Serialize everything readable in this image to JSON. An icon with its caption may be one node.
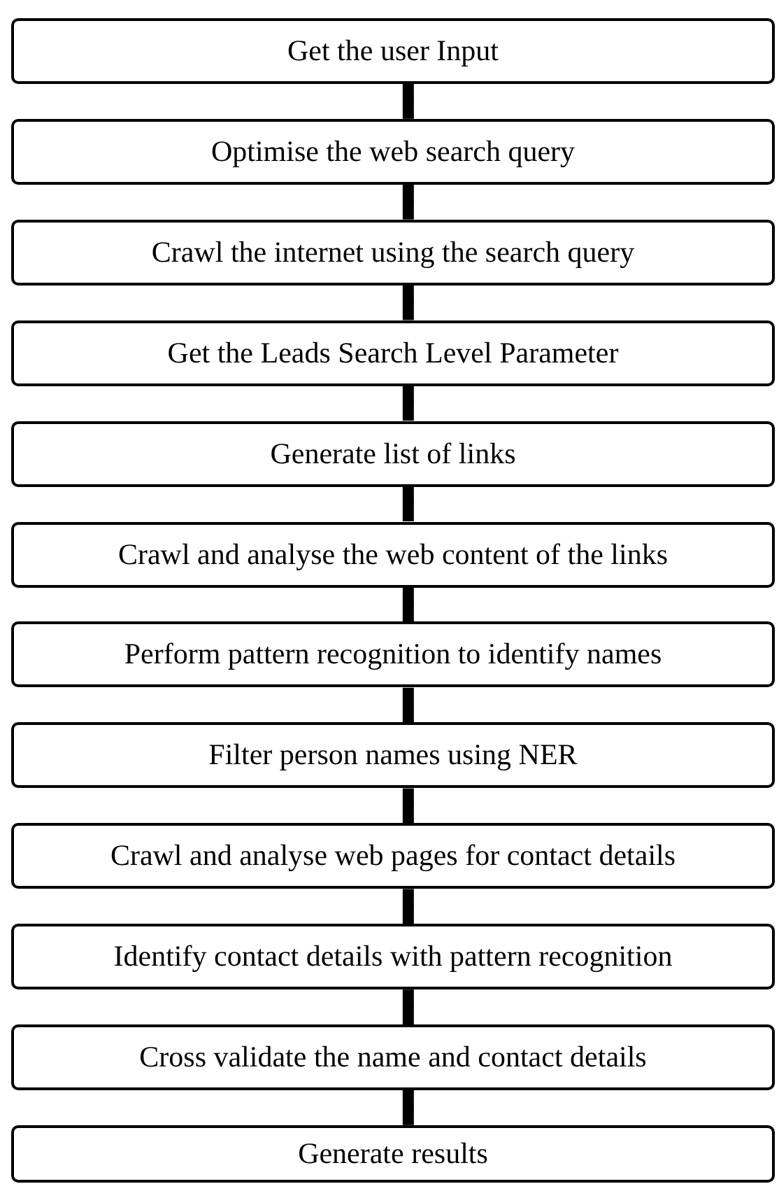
{
  "diagram": {
    "nodes": [
      {
        "text": [
          "Get the user Input"
        ]
      },
      {
        "text": [
          "Optimise the web search query"
        ]
      },
      {
        "text": [
          "Crawl the internet using the search query"
        ]
      },
      {
        "text": [
          "Get the Leads Search Level Parameter"
        ]
      },
      {
        "text": [
          "Generate list of links"
        ]
      },
      {
        "text": [
          "Crawl and analyse the web content of the links"
        ]
      },
      {
        "text": [
          "Perform pattern recognition to identify names"
        ]
      },
      {
        "text": [
          "Filter person names using NER"
        ]
      },
      {
        "text": [
          "Crawl and analyse web pages for contact details"
        ]
      },
      {
        "text": [
          "Identify contact details with pattern recognition"
        ]
      },
      {
        "text": [
          "Cross validate the name and contact details"
        ]
      },
      {
        "text": [
          "Generate results"
        ]
      }
    ],
    "edges": [
      {
        "from": 0,
        "to": 1,
        "arrow": "to"
      },
      {
        "from": 1,
        "to": 2,
        "arrow": "to"
      },
      {
        "from": 2,
        "to": 3,
        "arrow": "to"
      },
      {
        "from": 3,
        "to": 4,
        "arrow": "to"
      },
      {
        "from": 4,
        "to": 5,
        "arrow": "to"
      },
      {
        "from": 5,
        "to": 6,
        "arrow": "to"
      },
      {
        "from": 6,
        "to": 7,
        "arrow": "to"
      },
      {
        "from": 7,
        "to": 8,
        "arrow": "to"
      },
      {
        "from": 8,
        "to": 9,
        "arrow": "to"
      },
      {
        "from": 9,
        "to": 10,
        "arrow": "to"
      },
      {
        "from": 10,
        "to": 11,
        "arrow": "to"
      }
    ]
  }
}
